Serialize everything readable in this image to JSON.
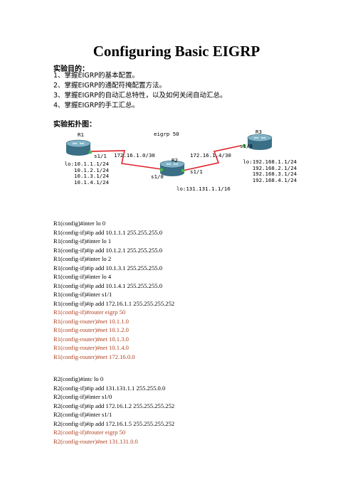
{
  "title": "Configuring Basic EIGRP",
  "objectives_heading": "实验目的：",
  "objectives": [
    "1、掌握EIGRP的基本配置。",
    "2、掌握EIGRP的通配符掩配置方法。",
    "3、掌握EIGRP的自动汇总特性，以及如何关闭自动汇总。",
    "4、掌握EIGRP的手工汇总。"
  ],
  "topology_heading": "实验拓扑图：",
  "diagram": {
    "r1": {
      "name": "R1",
      "port": "s1/1",
      "loopbacks": [
        "lo:10.1.1.1/24",
        "10.1.2.1/24",
        "10.1.3.1/24",
        "10.1.4.1/24"
      ]
    },
    "r2": {
      "name": "R2",
      "port_left": "s1/0",
      "port_right": "s1/1",
      "loopback": "lo:131.131.1.1/16"
    },
    "r3": {
      "name": "R3",
      "port": "s1/0",
      "loopbacks": [
        "lo:192.168.1.1/24",
        "192.168.2.1/24",
        "192.168.3.1/24",
        "192.168.4.1/24"
      ]
    },
    "link1": "172.16.1.0/30",
    "link2": "172.16.1.4/30",
    "process": "eigrp 50",
    "colors": {
      "router_body": "#3a6f86",
      "router_top": "#7fb2c6",
      "link": "#e0202a",
      "port_dot": "#3fbf3f"
    }
  },
  "config_r1": [
    {
      "text": "R1(config)#inter lo 0",
      "red": false
    },
    {
      "text": "R1(config-if)#ip add 10.1.1.1 255.255.255.0",
      "red": false
    },
    {
      "text": "R1(config-if)#inter lo 1",
      "red": false
    },
    {
      "text": "R1(config-if)#ip add 10.1.2.1 255.255.255.0",
      "red": false
    },
    {
      "text": "R1(config-if)#inter lo 2",
      "red": false
    },
    {
      "text": "R1(config-if)#ip add 10.1.3.1 255.255.255.0",
      "red": false
    },
    {
      "text": "R1(config-if)#inter lo 4",
      "red": false
    },
    {
      "text": "R1(config-if)#ip add 10.1.4.1 255.255.255.0",
      "red": false
    },
    {
      "text": "R1(config-if)#inter s1/1",
      "red": false
    },
    {
      "text": "R1(config-if)#ip add 172.16.1.1 255.255.255.252",
      "red": false
    },
    {
      "text": "R1(config-if)#router eigrp 50",
      "red": true
    },
    {
      "text": "R1(config-router)#net 10.1.1.0",
      "red": true
    },
    {
      "text": "R1(config-router)#net 10.1.2.0",
      "red": true
    },
    {
      "text": "R1(config-router)#net 10.1.3.0",
      "red": true
    },
    {
      "text": "R1(config-router)#net 10.1.4.0",
      "red": true
    },
    {
      "text": "R1(config-router)#net 172.16.0.0",
      "red": true
    }
  ],
  "config_r2": [
    {
      "text": "R2(config)#intc lo 0",
      "red": false
    },
    {
      "text": "R2(config-if)#ip add 131.131.1.1 255.255.0.0",
      "red": false
    },
    {
      "text": "R2(config-if)#inter s1/0",
      "red": false
    },
    {
      "text": "R2(config-if)#ip add 172.16.1.2 255.255.255.252",
      "red": false
    },
    {
      "text": "R2(config-if)#inter s1/1",
      "red": false
    },
    {
      "text": "R2(config-if)#ip add 172.16.1.5 255.255.255.252",
      "red": false
    },
    {
      "text": "R2(config-if)#router eigrp 50",
      "red": true
    },
    {
      "text": "R2(config-router)#net 131.131.0.0",
      "red": true
    }
  ]
}
